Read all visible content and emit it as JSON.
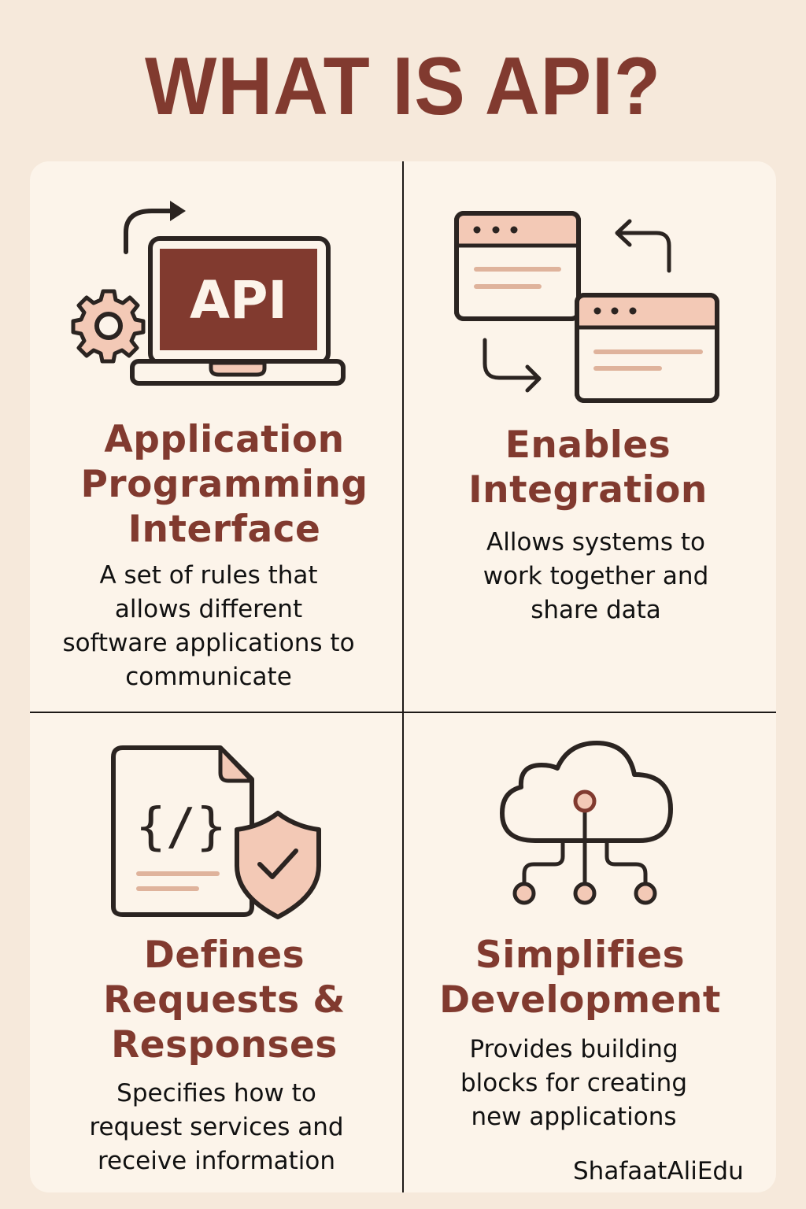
{
  "title": "WHAT IS API?",
  "colors": {
    "background": "#f6e9db",
    "card": "#fcf4ea",
    "accent": "#813a2f",
    "peach": "#f3c9b6",
    "muted_line": "#dfb39c",
    "outline": "#2b2421"
  },
  "quadrants": [
    {
      "icon": "laptop-api-icon",
      "icon_label": "API",
      "heading_lines": [
        "Application",
        "Programming",
        "Interface"
      ],
      "description_lines": [
        "A set of rules that",
        "allows different",
        "software applications to",
        "communicate"
      ]
    },
    {
      "icon": "browser-windows-exchange-icon",
      "heading_lines": [
        "Enables",
        "Integration"
      ],
      "description_lines": [
        "Allows systems to",
        "work together and",
        "share data"
      ]
    },
    {
      "icon": "code-document-shield-icon",
      "icon_label": "{/}",
      "heading_lines": [
        "Defines",
        "Requests &",
        "Responses"
      ],
      "description_lines": [
        "Specifies how to",
        "request services and",
        "receive information"
      ]
    },
    {
      "icon": "cloud-network-icon",
      "heading_lines": [
        "Simplifies",
        "Development"
      ],
      "description_lines": [
        "Provides building",
        "blocks for creating",
        "new applications"
      ]
    }
  ],
  "watermark": "ShafaatAliEdu"
}
